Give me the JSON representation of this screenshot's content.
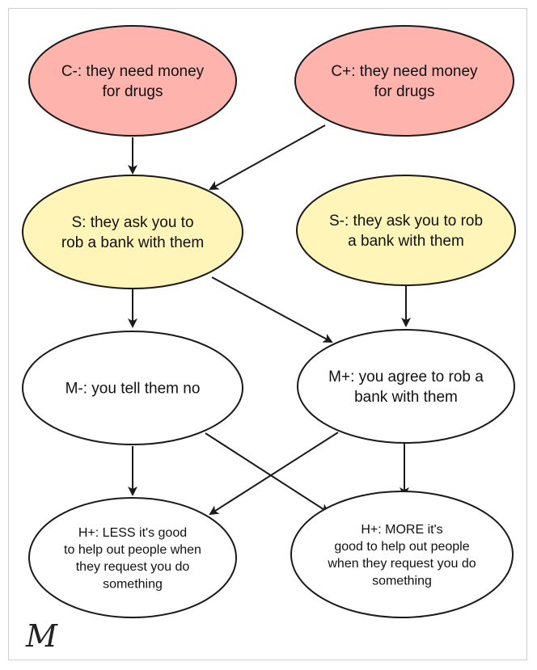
{
  "nodes": {
    "c_minus": {
      "lines": [
        "C-: they need money",
        "for drugs"
      ],
      "fill": "#ffb3ad"
    },
    "c_plus": {
      "lines": [
        "C+: they need money",
        "for drugs"
      ],
      "fill": "#ffb3ad"
    },
    "s_plus": {
      "lines": [
        "S: they ask you to",
        "rob a bank with them"
      ],
      "fill": "#fff5b8"
    },
    "s_minus": {
      "lines": [
        "S-: they ask you to rob",
        "a bank with them"
      ],
      "fill": "#fff5b8"
    },
    "m_minus": {
      "lines": [
        "M-: you tell them no"
      ],
      "fill": "#ffffff"
    },
    "m_plus": {
      "lines": [
        "M+: you agree to rob a",
        "bank with them"
      ],
      "fill": "#ffffff"
    },
    "h_less": {
      "lines": [
        "H+: LESS it's good",
        "to help out people when",
        "they request you do",
        "something"
      ],
      "fill": "#ffffff"
    },
    "h_more": {
      "lines": [
        "H+: MORE it's",
        "good to help out people",
        "when they request you do",
        "something"
      ],
      "fill": "#ffffff"
    }
  },
  "signature": "M",
  "colors": {
    "stroke": "#1a1a1a",
    "frame": "#cfcfcf"
  }
}
